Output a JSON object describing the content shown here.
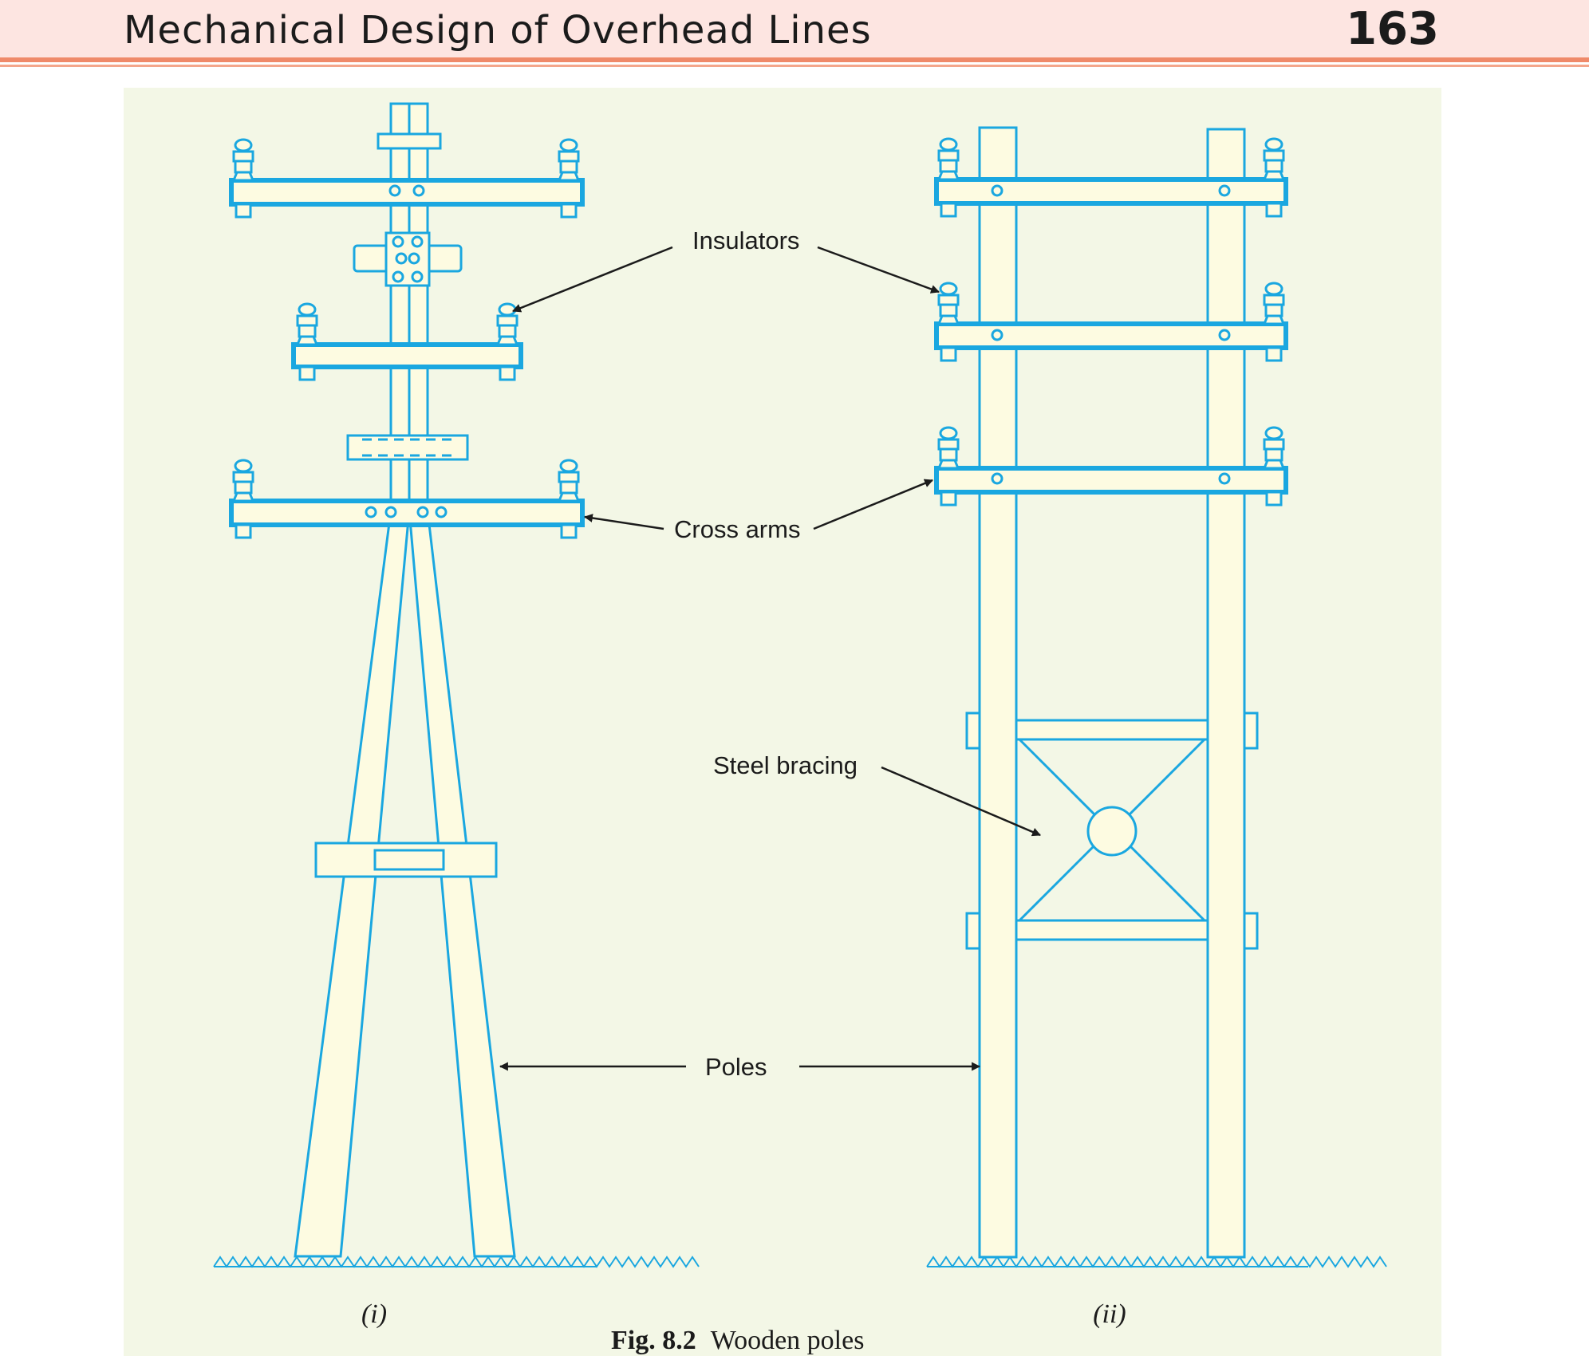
{
  "header": {
    "title": "Mechanical Design of Overhead Lines",
    "page_number": "163"
  },
  "figure": {
    "labels": {
      "insulators": "Insulators",
      "cross_arms": "Cross arms",
      "steel_bracing": "Steel bracing",
      "poles": "Poles"
    },
    "subfig_i": "(i)",
    "subfig_ii": "(ii)",
    "caption_number": "Fig. 8.2",
    "caption_text": "Wooden poles"
  },
  "colors": {
    "line": "#1aa7e0",
    "fill_wood": "#fdfbe1",
    "panel": "#f3f7e6",
    "header_band": "#fde5e1",
    "header_rule": "#ef8a6a"
  }
}
